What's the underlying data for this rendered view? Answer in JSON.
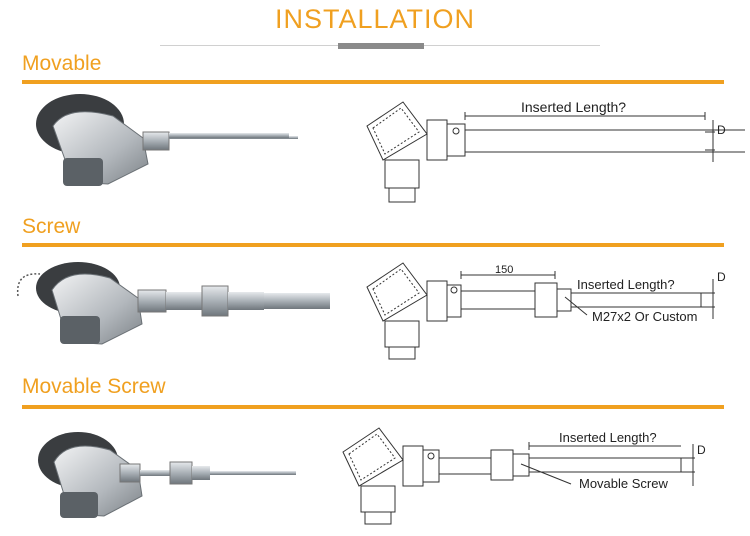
{
  "title": "INSTALLATION",
  "sections": [
    {
      "label": "Movable",
      "inserted_label": "Inserted Length?",
      "dim_label": "D"
    },
    {
      "label": "Screw",
      "inserted_label": "Inserted Length?",
      "dim_label": "D",
      "length_label": "150",
      "thread_label": "M27x2 Or Custom"
    },
    {
      "label": "Movable Screw",
      "inserted_label": "Inserted Length?",
      "dim_label": "D",
      "screw_label": "Movable Screw"
    }
  ],
  "colors": {
    "accent": "#f0a020",
    "metal": "#b8bec4",
    "line": "#333333"
  }
}
